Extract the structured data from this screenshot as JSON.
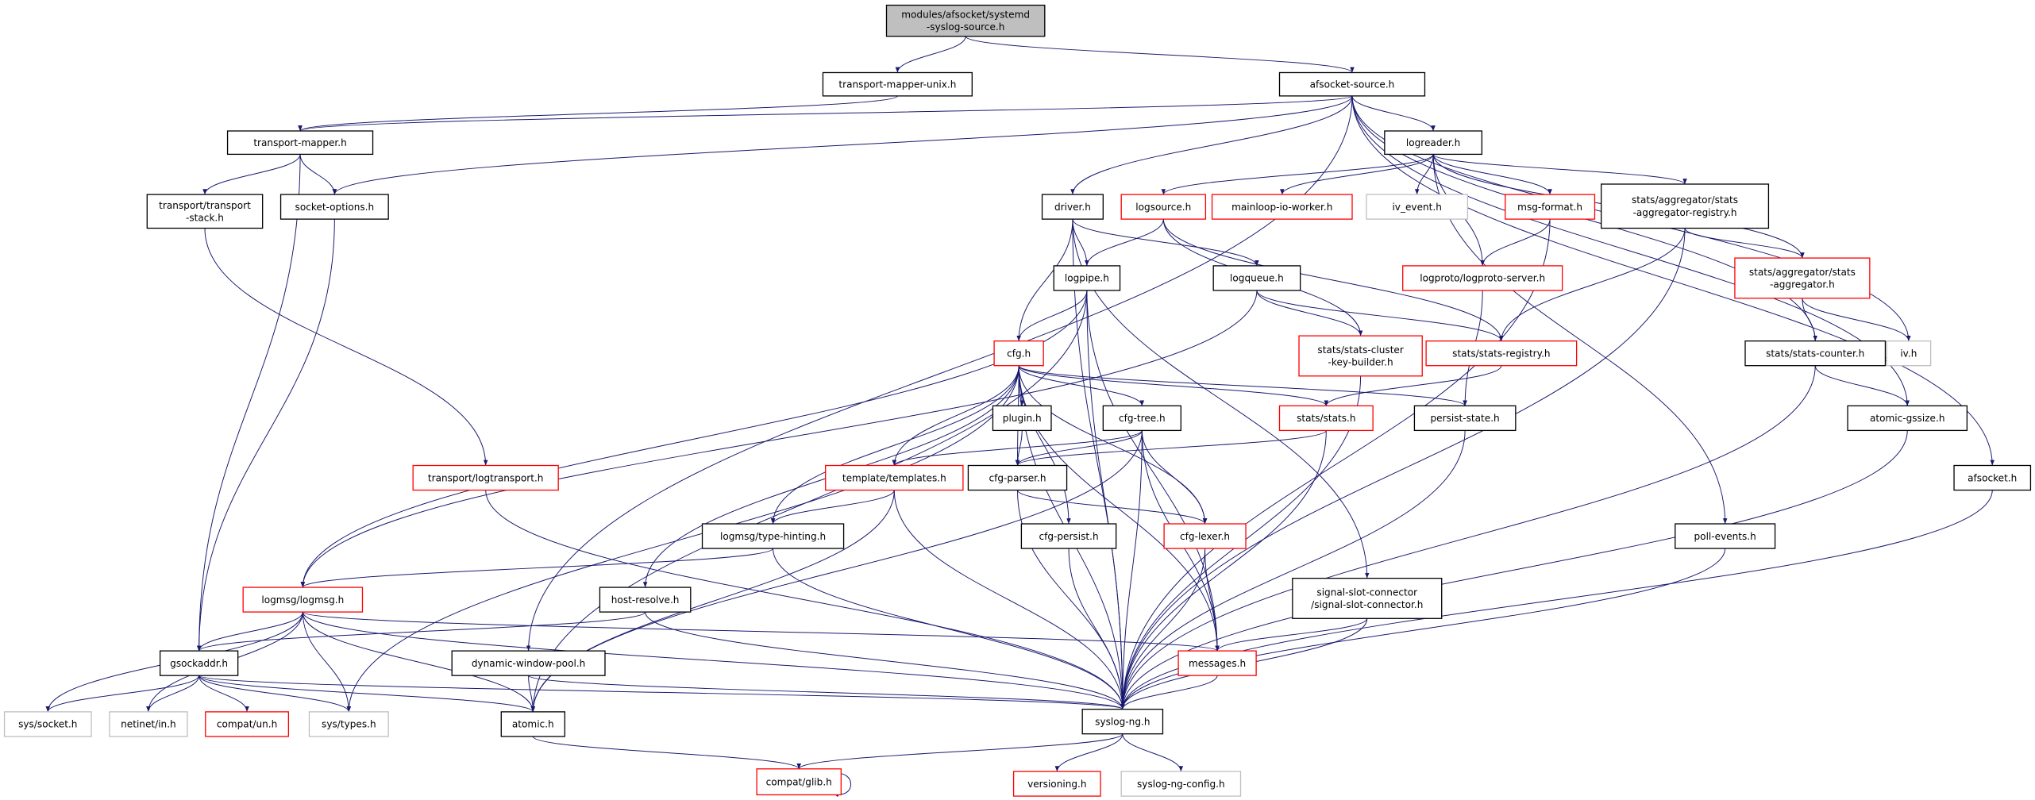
{
  "colors": {
    "edge": "#191970",
    "root_fill": "#bfbfbf",
    "normal_border": "#000000",
    "missing_border": "#ff0000",
    "external_border": "#bfbfbf"
  },
  "nodes": [
    {
      "id": "root",
      "label": [
        "modules/afsocket/systemd",
        "-syslog-source.h"
      ],
      "kind": "root"
    },
    {
      "id": "tmu",
      "label": [
        "transport-mapper-unix.h"
      ],
      "kind": "normal"
    },
    {
      "id": "afss",
      "label": [
        "afsocket-source.h"
      ],
      "kind": "normal"
    },
    {
      "id": "tm",
      "label": [
        "transport-mapper.h"
      ],
      "kind": "normal"
    },
    {
      "id": "logreader",
      "label": [
        "logreader.h"
      ],
      "kind": "normal"
    },
    {
      "id": "tstack",
      "label": [
        "transport/transport",
        "-stack.h"
      ],
      "kind": "normal"
    },
    {
      "id": "sockopt",
      "label": [
        "socket-options.h"
      ],
      "kind": "normal"
    },
    {
      "id": "driver",
      "label": [
        "driver.h"
      ],
      "kind": "normal"
    },
    {
      "id": "logsource",
      "label": [
        "logsource.h"
      ],
      "kind": "red"
    },
    {
      "id": "mainloop",
      "label": [
        "mainloop-io-worker.h"
      ],
      "kind": "red"
    },
    {
      "id": "ivevent",
      "label": [
        "iv_event.h"
      ],
      "kind": "gray"
    },
    {
      "id": "msgformat",
      "label": [
        "msg-format.h"
      ],
      "kind": "red"
    },
    {
      "id": "aggreg",
      "label": [
        "stats/aggregator/stats",
        "-aggregator-registry.h"
      ],
      "kind": "normal"
    },
    {
      "id": "logpipe",
      "label": [
        "logpipe.h"
      ],
      "kind": "normal"
    },
    {
      "id": "logqueue",
      "label": [
        "logqueue.h"
      ],
      "kind": "normal"
    },
    {
      "id": "lpserver",
      "label": [
        "logproto/logproto-server.h"
      ],
      "kind": "red"
    },
    {
      "id": "aggr",
      "label": [
        "stats/aggregator/stats",
        "-aggregator.h"
      ],
      "kind": "red"
    },
    {
      "id": "cfg",
      "label": [
        "cfg.h"
      ],
      "kind": "red"
    },
    {
      "id": "ckb",
      "label": [
        "stats/stats-cluster",
        "-key-builder.h"
      ],
      "kind": "red"
    },
    {
      "id": "sreg",
      "label": [
        "stats/stats-registry.h"
      ],
      "kind": "red"
    },
    {
      "id": "scounter",
      "label": [
        "stats/stats-counter.h"
      ],
      "kind": "normal"
    },
    {
      "id": "iv",
      "label": [
        "iv.h"
      ],
      "kind": "gray"
    },
    {
      "id": "plugin",
      "label": [
        "plugin.h"
      ],
      "kind": "normal"
    },
    {
      "id": "cfgtree",
      "label": [
        "cfg-tree.h"
      ],
      "kind": "normal"
    },
    {
      "id": "stats",
      "label": [
        "stats/stats.h"
      ],
      "kind": "red"
    },
    {
      "id": "persist",
      "label": [
        "persist-state.h"
      ],
      "kind": "normal"
    },
    {
      "id": "agssize",
      "label": [
        "atomic-gssize.h"
      ],
      "kind": "normal"
    },
    {
      "id": "templates",
      "label": [
        "template/templates.h"
      ],
      "kind": "red"
    },
    {
      "id": "cfgparser",
      "label": [
        "cfg-parser.h"
      ],
      "kind": "normal"
    },
    {
      "id": "afsocket",
      "label": [
        "afsocket.h"
      ],
      "kind": "normal"
    },
    {
      "id": "typehint",
      "label": [
        "logmsg/type-hinting.h"
      ],
      "kind": "normal"
    },
    {
      "id": "cfgpersist",
      "label": [
        "cfg-persist.h"
      ],
      "kind": "normal"
    },
    {
      "id": "cfglexer",
      "label": [
        "cfg-lexer.h"
      ],
      "kind": "red"
    },
    {
      "id": "pollev",
      "label": [
        "poll-events.h"
      ],
      "kind": "normal"
    },
    {
      "id": "hostres",
      "label": [
        "host-resolve.h"
      ],
      "kind": "normal"
    },
    {
      "id": "ssc",
      "label": [
        "signal-slot-connector",
        "/signal-slot-connector.h"
      ],
      "kind": "normal"
    },
    {
      "id": "logtransport",
      "label": [
        "transport/logtransport.h"
      ],
      "kind": "red"
    },
    {
      "id": "logmsg",
      "label": [
        "logmsg/logmsg.h"
      ],
      "kind": "red"
    },
    {
      "id": "gsock",
      "label": [
        "gsockaddr.h"
      ],
      "kind": "normal"
    },
    {
      "id": "dwp",
      "label": [
        "dynamic-window-pool.h"
      ],
      "kind": "normal"
    },
    {
      "id": "messages",
      "label": [
        "messages.h"
      ],
      "kind": "red"
    },
    {
      "id": "syslogng",
      "label": [
        "syslog-ng.h"
      ],
      "kind": "normal"
    },
    {
      "id": "syssocket",
      "label": [
        "sys/socket.h"
      ],
      "kind": "gray"
    },
    {
      "id": "netinet",
      "label": [
        "netinet/in.h"
      ],
      "kind": "gray"
    },
    {
      "id": "compatun",
      "label": [
        "compat/un.h"
      ],
      "kind": "red"
    },
    {
      "id": "systypes",
      "label": [
        "sys/types.h"
      ],
      "kind": "gray"
    },
    {
      "id": "atomic",
      "label": [
        "atomic.h"
      ],
      "kind": "normal"
    },
    {
      "id": "glib",
      "label": [
        "compat/glib.h"
      ],
      "kind": "red"
    },
    {
      "id": "versioning",
      "label": [
        "versioning.h"
      ],
      "kind": "red"
    },
    {
      "id": "sngconfig",
      "label": [
        "syslog-ng-config.h"
      ],
      "kind": "gray"
    }
  ],
  "edges": [
    [
      "root",
      "tmu"
    ],
    [
      "root",
      "afss"
    ],
    [
      "tmu",
      "tm"
    ],
    [
      "afss",
      "tm"
    ],
    [
      "afss",
      "sockopt"
    ],
    [
      "afss",
      "logreader"
    ],
    [
      "afss",
      "driver"
    ],
    [
      "afss",
      "dwp"
    ],
    [
      "afss",
      "iv"
    ],
    [
      "afss",
      "scounter"
    ],
    [
      "afss",
      "agssize"
    ],
    [
      "afss",
      "afsocket"
    ],
    [
      "tm",
      "tstack"
    ],
    [
      "tm",
      "sockopt"
    ],
    [
      "tm",
      "gsock"
    ],
    [
      "tstack",
      "logtransport"
    ],
    [
      "sockopt",
      "gsock"
    ],
    [
      "logreader",
      "logsource"
    ],
    [
      "logreader",
      "mainloop"
    ],
    [
      "logreader",
      "ivevent"
    ],
    [
      "logreader",
      "lpserver"
    ],
    [
      "logreader",
      "msgformat"
    ],
    [
      "logreader",
      "aggreg"
    ],
    [
      "logreader",
      "aggr"
    ],
    [
      "logreader",
      "pollev"
    ],
    [
      "driver",
      "logpipe"
    ],
    [
      "driver",
      "logqueue"
    ],
    [
      "driver",
      "cfg"
    ],
    [
      "driver",
      "ssc"
    ],
    [
      "driver",
      "syslogng"
    ],
    [
      "logsource",
      "logpipe"
    ],
    [
      "logsource",
      "sreg"
    ],
    [
      "logsource",
      "ckb"
    ],
    [
      "msgformat",
      "lpserver"
    ],
    [
      "msgformat",
      "syslogng"
    ],
    [
      "aggreg",
      "sreg"
    ],
    [
      "aggreg",
      "aggr"
    ],
    [
      "aggreg",
      "syslogng"
    ],
    [
      "logpipe",
      "cfg"
    ],
    [
      "logpipe",
      "logmsg"
    ],
    [
      "logpipe",
      "messages"
    ],
    [
      "logpipe",
      "atomic"
    ],
    [
      "logpipe",
      "syslogng"
    ],
    [
      "logqueue",
      "ckb"
    ],
    [
      "logqueue",
      "sreg"
    ],
    [
      "logqueue",
      "logmsg"
    ],
    [
      "lpserver",
      "persist"
    ],
    [
      "aggr",
      "scounter"
    ],
    [
      "aggr",
      "iv"
    ],
    [
      "cfg",
      "plugin"
    ],
    [
      "cfg",
      "cfgtree"
    ],
    [
      "cfg",
      "stats"
    ],
    [
      "cfg",
      "persist"
    ],
    [
      "cfg",
      "templates"
    ],
    [
      "cfg",
      "cfgparser"
    ],
    [
      "cfg",
      "cfgpersist"
    ],
    [
      "cfg",
      "cfglexer"
    ],
    [
      "cfg",
      "typehint"
    ],
    [
      "cfg",
      "hostres"
    ],
    [
      "cfg",
      "systypes"
    ],
    [
      "cfg",
      "syslogng"
    ],
    [
      "cfg",
      "messages"
    ],
    [
      "ckb",
      "syslogng"
    ],
    [
      "sreg",
      "stats"
    ],
    [
      "scounter",
      "agssize"
    ],
    [
      "scounter",
      "syslogng"
    ],
    [
      "plugin",
      "cfgparser"
    ],
    [
      "cfgtree",
      "templates"
    ],
    [
      "cfgtree",
      "cfgparser"
    ],
    [
      "cfgtree",
      "cfglexer"
    ],
    [
      "cfgtree",
      "messages"
    ],
    [
      "cfgtree",
      "syslogng"
    ],
    [
      "cfgtree",
      "atomic"
    ],
    [
      "stats",
      "cfgparser"
    ],
    [
      "stats",
      "syslogng"
    ],
    [
      "persist",
      "syslogng"
    ],
    [
      "agssize",
      "syslogng"
    ],
    [
      "templates",
      "typehint"
    ],
    [
      "templates",
      "atomic"
    ],
    [
      "templates",
      "syslogng"
    ],
    [
      "cfgparser",
      "cfglexer"
    ],
    [
      "cfgparser",
      "syslogng"
    ],
    [
      "afsocket",
      "syslogng"
    ],
    [
      "typehint",
      "logmsg"
    ],
    [
      "typehint",
      "syslogng"
    ],
    [
      "cfgpersist",
      "syslogng"
    ],
    [
      "cfglexer",
      "messages"
    ],
    [
      "cfglexer",
      "syslogng"
    ],
    [
      "pollev",
      "syslogng"
    ],
    [
      "hostres",
      "gsock"
    ],
    [
      "hostres",
      "syslogng"
    ],
    [
      "ssc",
      "messages"
    ],
    [
      "ssc",
      "syslogng"
    ],
    [
      "logtransport",
      "syslogng"
    ],
    [
      "logmsg",
      "gsock"
    ],
    [
      "logmsg",
      "syssocket"
    ],
    [
      "logmsg",
      "netinet"
    ],
    [
      "logmsg",
      "systypes"
    ],
    [
      "logmsg",
      "atomic"
    ],
    [
      "logmsg",
      "messages"
    ],
    [
      "logmsg",
      "syslogng"
    ],
    [
      "gsock",
      "syssocket"
    ],
    [
      "gsock",
      "netinet"
    ],
    [
      "gsock",
      "compatun"
    ],
    [
      "gsock",
      "systypes"
    ],
    [
      "gsock",
      "atomic"
    ],
    [
      "gsock",
      "syslogng"
    ],
    [
      "dwp",
      "atomic"
    ],
    [
      "dwp",
      "syslogng"
    ],
    [
      "messages",
      "syslogng"
    ],
    [
      "syslogng",
      "glib"
    ],
    [
      "syslogng",
      "versioning"
    ],
    [
      "syslogng",
      "sngconfig"
    ],
    [
      "atomic",
      "glib"
    ],
    [
      "glib",
      "glib"
    ]
  ]
}
